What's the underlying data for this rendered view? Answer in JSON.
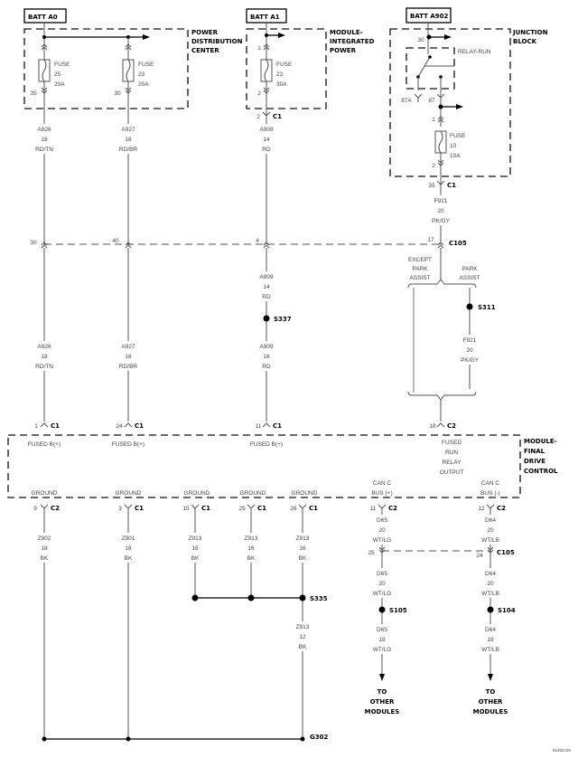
{
  "sources": {
    "batt_a0": "BATT A0",
    "batt_a1": "BATT A1",
    "batt_a902": "BATT A902"
  },
  "components": {
    "pdc": [
      "POWER",
      "DISTRIBUTION",
      "CENTER"
    ],
    "mip": [
      "MODULE-",
      "INTEGRATED",
      "POWER"
    ],
    "jb": [
      "JUNCTION",
      "BLOCK"
    ],
    "relay": "RELAY-RUN",
    "fdc": [
      "MODULE-",
      "FINAL",
      "DRIVE",
      "CONTROL"
    ]
  },
  "fuses": [
    {
      "label": "FUSE",
      "num": "25",
      "rating": "20A",
      "pin_out": "35"
    },
    {
      "label": "FUSE",
      "num": "23",
      "rating": "20A",
      "pin_out": "30"
    },
    {
      "label": "FUSE",
      "num": "22",
      "rating": "30A",
      "pin_in": "1",
      "pin_out": "2"
    },
    {
      "label": "FUSE",
      "num": "10",
      "rating": "10A",
      "pin_in": "1",
      "pin_out": "2"
    }
  ],
  "relay_pins": {
    "p30": "30",
    "p87a": "87A",
    "p87": "87"
  },
  "connectors": {
    "mip_c1": {
      "pin": "2",
      "name": "C1"
    },
    "jb_c1": {
      "pin": "35",
      "name": "C1"
    },
    "c105": {
      "name": "C105",
      "pins": [
        "30",
        "40",
        "4",
        "17"
      ]
    },
    "fdc_top": [
      {
        "pin": "1",
        "name": "C1"
      },
      {
        "pin": "24",
        "name": "C1"
      },
      {
        "pin": "11",
        "name": "C1"
      },
      {
        "pin": "18",
        "name": "C2"
      }
    ],
    "fdc_bottom": [
      {
        "pin": "9",
        "name": "C2"
      },
      {
        "pin": "3",
        "name": "C1"
      },
      {
        "pin": "15",
        "name": "C1"
      },
      {
        "pin": "25",
        "name": "C1"
      },
      {
        "pin": "26",
        "name": "C1"
      },
      {
        "pin": "11",
        "name": "C2"
      },
      {
        "pin": "12",
        "name": "C2"
      }
    ],
    "c105_can": {
      "name": "C105",
      "pins": [
        "25",
        "24"
      ]
    }
  },
  "wires": {
    "a926_top": [
      "A926",
      "18",
      "RD/TN"
    ],
    "a927_top": [
      "A927",
      "18",
      "RD/BR"
    ],
    "a909_top": [
      "A909",
      "14",
      "RD"
    ],
    "f921_top": [
      "F921",
      "20",
      "PK/GY"
    ],
    "a909_mid": [
      "A909",
      "14",
      "RD"
    ],
    "a909_bot": [
      "A909",
      "16",
      "RD"
    ],
    "a926_bot": [
      "A926",
      "18",
      "RD/TN"
    ],
    "a927_bot": [
      "A927",
      "18",
      "RD/BR"
    ],
    "f921_bot": [
      "F921",
      "20",
      "PK/GY"
    ],
    "z902": [
      "Z902",
      "18",
      "BK"
    ],
    "z901": [
      "Z901",
      "18",
      "BK"
    ],
    "z913a": [
      "Z913",
      "16",
      "BK"
    ],
    "z913b": [
      "Z913",
      "16",
      "BK"
    ],
    "z913c": [
      "Z913",
      "16",
      "BK"
    ],
    "z913d": [
      "Z913",
      "12",
      "BK"
    ],
    "d65a": [
      "D65",
      "20",
      "WT/LG"
    ],
    "d64a": [
      "D64",
      "20",
      "WT/LB"
    ],
    "d65b": [
      "D65",
      "20",
      "WT/LG"
    ],
    "d64b": [
      "D64",
      "20",
      "WT/LB"
    ],
    "d65c": [
      "D65",
      "18",
      "WT/LG"
    ],
    "d64c": [
      "D64",
      "18",
      "WT/LB"
    ]
  },
  "options": {
    "except": [
      "EXCEPT",
      "PARK",
      "ASSIST"
    ],
    "park": [
      "PARK",
      "ASSIST"
    ]
  },
  "splices": {
    "s337": "S337",
    "s311": "S311",
    "s335": "S335",
    "s105": "S105",
    "s104": "S104"
  },
  "ground": "G302",
  "module_pins": {
    "fused_b": [
      "FUSED B(+)",
      "FUSED B(+)",
      "FUSED B(+)"
    ],
    "fused_run": [
      "FUSED",
      "RUN",
      "RELAY",
      "OUTPUT"
    ],
    "ground": [
      "GROUND",
      "GROUND",
      "GROUND",
      "GROUND",
      "GROUND"
    ],
    "can_plus": [
      "CAN C",
      "BUS (+)"
    ],
    "can_minus": [
      "CAN C",
      "BUS (-)"
    ]
  },
  "destinations": {
    "left": [
      "TO",
      "OTHER",
      "MODULES"
    ],
    "right": [
      "TO",
      "OTHER",
      "MODULES"
    ]
  },
  "figure_code": "814b0c29"
}
